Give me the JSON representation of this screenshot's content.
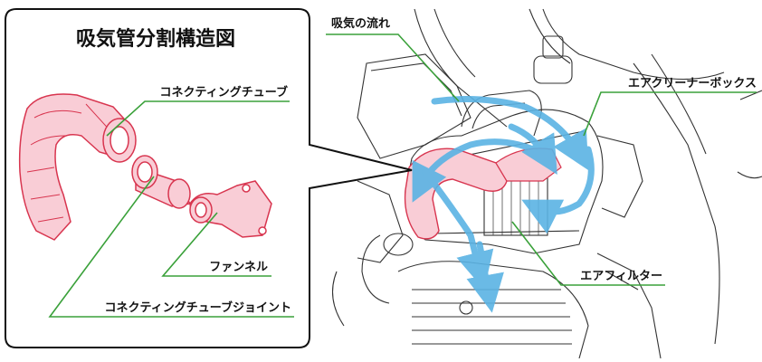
{
  "figure": {
    "inset_title": "吸気管分割構造図",
    "labels": {
      "connecting_tube": "コネクティングチューブ",
      "funnel": "ファンネル",
      "connecting_tube_joint": "コネクティングチューブジョイント",
      "airflow": "吸気の流れ",
      "air_cleaner_box": "エアクリーナーボックス",
      "air_filter": "エアフィルター"
    }
  },
  "colors": {
    "leader_line": "#3aa13a",
    "part_outline": "#d8354f",
    "part_fill": "#f9cdd6",
    "airflow_arrow": "#5ab3e4",
    "engine_line": "#333333"
  }
}
